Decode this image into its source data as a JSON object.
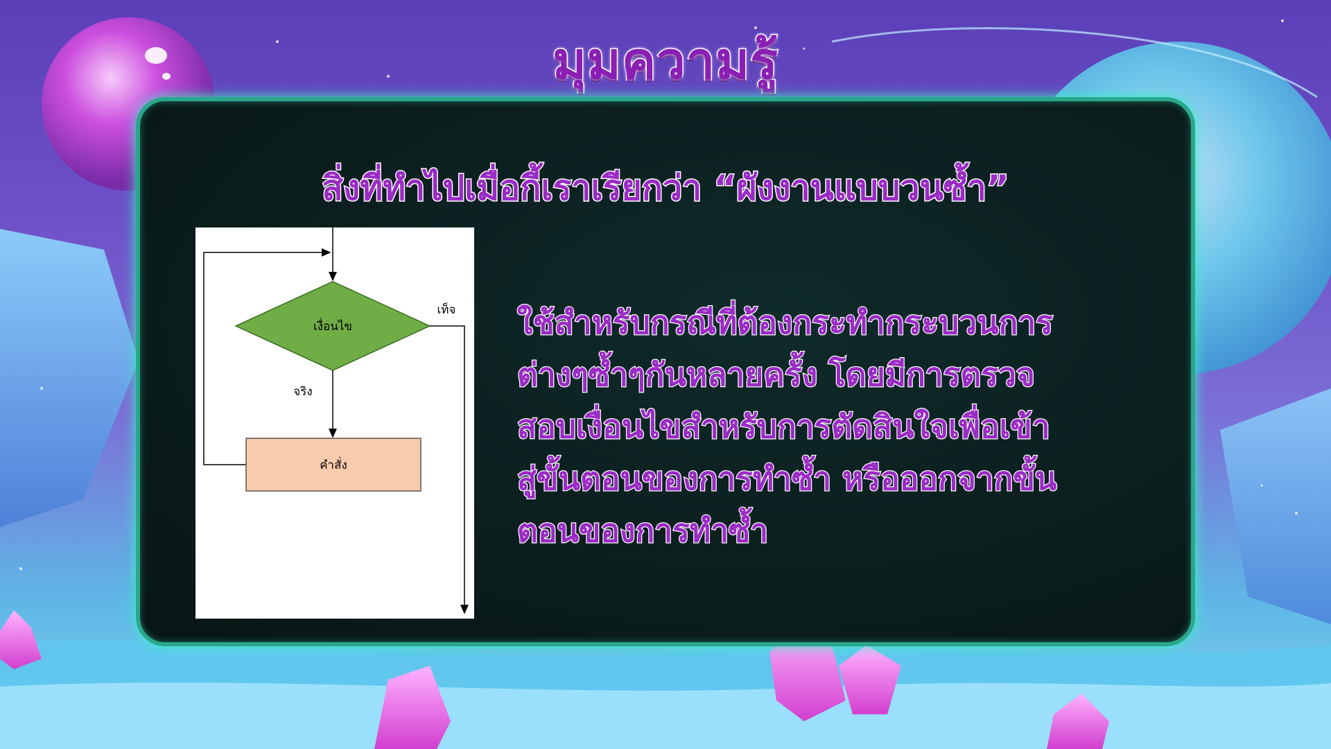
{
  "title": "มุมความรู้",
  "heading": "สิ่งที่ทำไปเมื่อกี้เราเรียกว่า “ผังงานแบบวนซ้ำ”",
  "flowchart": {
    "decision_label": "เงื่อนไข",
    "true_label": "จริง",
    "false_label": "เท็จ",
    "process_label": "คำสั่ง",
    "decision_color": "#70ad47",
    "process_color": "#f8cbad"
  },
  "description_lines": [
    "ใช้สำหรับกรณีที่ต้องกระทำกระบวนการ",
    "ต่างๆซ้ำๆกันหลายครั้ง โดยมีการตรวจ",
    "สอบเงื่อนไขสำหรับการตัดสินใจเพื่อเข้า",
    "สู่ขั้นตอนของการทำซ้ำ หรือออกจากขั้น",
    "ตอนของการทำซ้ำ"
  ],
  "colors": {
    "title_text": "#8a1fb4",
    "panel_border": "#2aa88b",
    "panel_bg": "#0b1d1d"
  }
}
